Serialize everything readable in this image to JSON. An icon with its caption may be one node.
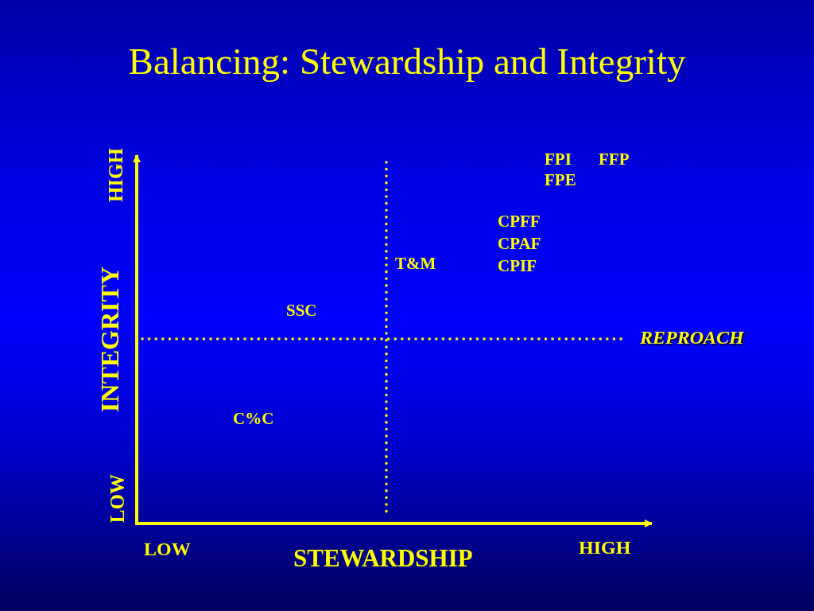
{
  "diagram": {
    "title": "Balancing: Stewardship and Integrity",
    "labels": [
      "HIGH",
      "FPI",
      "FFP",
      "FPE",
      "CPFF",
      "CPAF",
      "CPIF",
      "T&M",
      "INTEGRITY",
      "SSC",
      "REPROACH",
      "C%C",
      "LOW",
      "LOW",
      "HIGH",
      "STEWARDSHIP"
    ]
  }
}
